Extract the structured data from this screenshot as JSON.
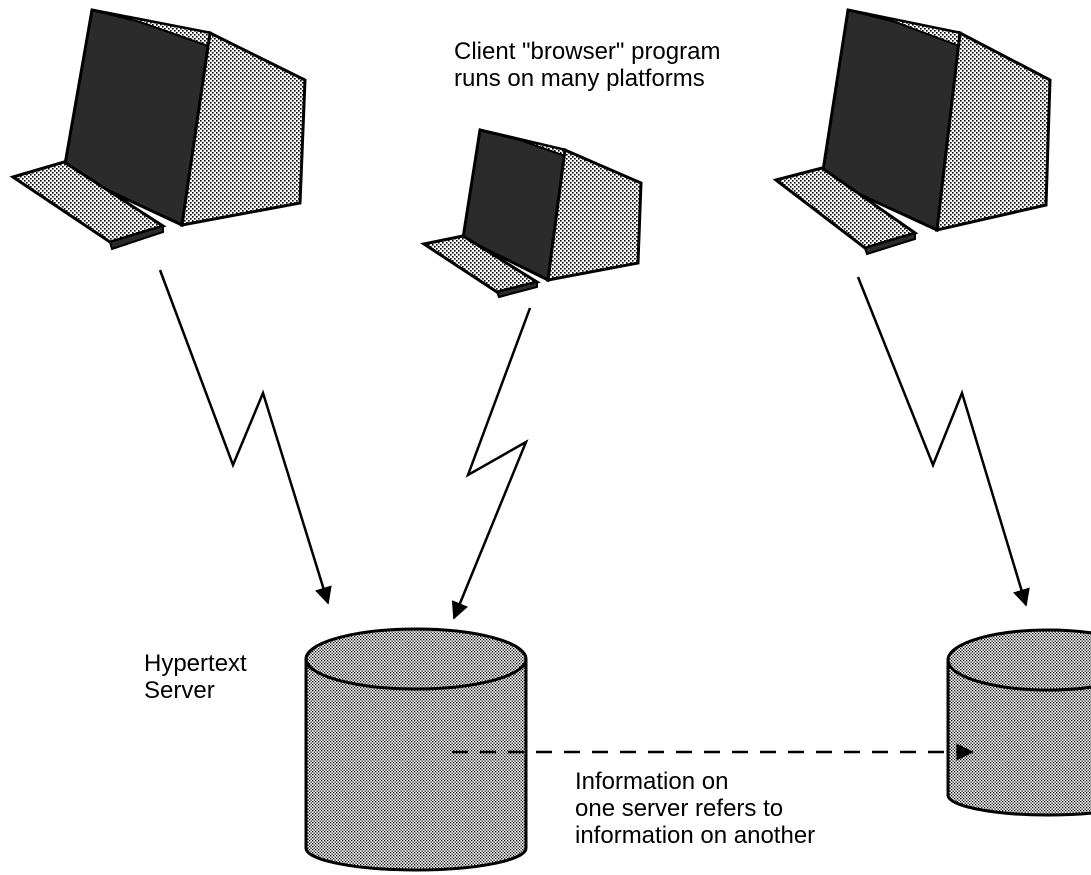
{
  "labels": {
    "client_line1": "Client \"browser\" program",
    "client_line2": "runs on many platforms",
    "server_line1": "Hypertext",
    "server_line2": "Server",
    "link_line1": "Information on",
    "link_line2": "one server refers to",
    "link_line3": "information on another"
  },
  "icons": {
    "computer": "computer-icon",
    "database": "database-server-icon",
    "lightning": "lightning-link-icon"
  },
  "colors": {
    "ink": "#000000",
    "screen_face": "#2b2b2b",
    "background": "#ffffff"
  }
}
